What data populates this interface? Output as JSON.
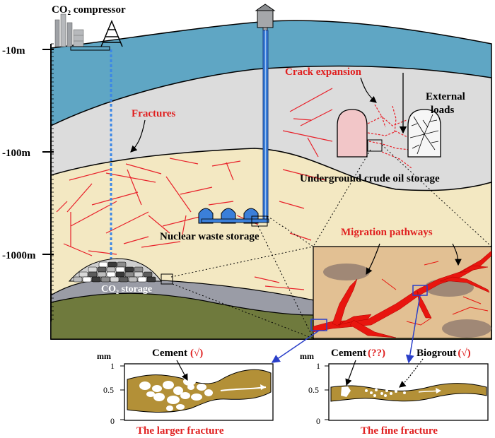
{
  "depth_axis": {
    "d10": "-10m",
    "d100": "-100m",
    "d1000": "-1000m"
  },
  "labels": {
    "compressor_main": "CO",
    "compressor_sub": "2",
    "compressor_rest": " compressor",
    "fractures": "Fractures",
    "crack_expansion": "Crack expansion",
    "external_loads_1": "External",
    "external_loads_2": "loads",
    "crude_oil": "Underground crude oil storage",
    "nuclear": "Nuclear waste storage",
    "migration": "Migration pathways",
    "co2_storage_main": "CO",
    "co2_storage_sub": "2",
    "co2_storage_rest": " storage"
  },
  "inset_left": {
    "unit": "mm",
    "ticks": [
      "1",
      "0.5",
      "0"
    ],
    "cement_label": "Cement",
    "cement_mark": "(√)",
    "caption": "The larger fracture"
  },
  "inset_right": {
    "unit": "mm",
    "ticks": [
      "1",
      "0.5",
      "0"
    ],
    "cement_label": "Cement",
    "cement_mark": "(??)",
    "biogrout_label": "Biogrout",
    "biogrout_mark": "(√)",
    "caption": "The fine fracture"
  },
  "colors": {
    "water": "#5fa6c4",
    "grey_layer": "#dcdcdc",
    "sand": "#f3e8c2",
    "green": "#6f7a3d",
    "fracture": "#e8212a",
    "label_red": "#e02020",
    "cement": "#b39037",
    "migration_bg": "#e2c093"
  }
}
